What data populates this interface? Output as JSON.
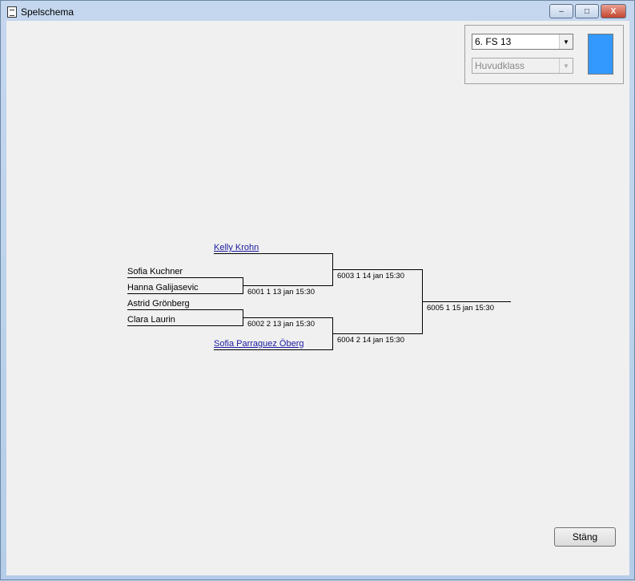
{
  "window": {
    "title": "Spelschema",
    "minimize": "–",
    "maximize": "□",
    "close": "X"
  },
  "controls": {
    "class_select": "6.  FS 13",
    "category_select": "Huvudklass",
    "color": "#3399ff"
  },
  "bracket": {
    "seeded": [
      "Kelly Krohn",
      "Sofia Parraguez Öberg"
    ],
    "round1": [
      "Sofia Kuchner",
      "Hanna Galijasevic",
      "Astrid Grönberg",
      "Clara Laurin"
    ],
    "matches": [
      "6001  1 13 jan 15:30",
      "6002  2 13 jan 15:30",
      "6003  1 14 jan 15:30",
      "6004  2 14 jan 15:30",
      "6005  1 15 jan 15:30"
    ]
  },
  "footer": {
    "close_button": "Stäng"
  }
}
